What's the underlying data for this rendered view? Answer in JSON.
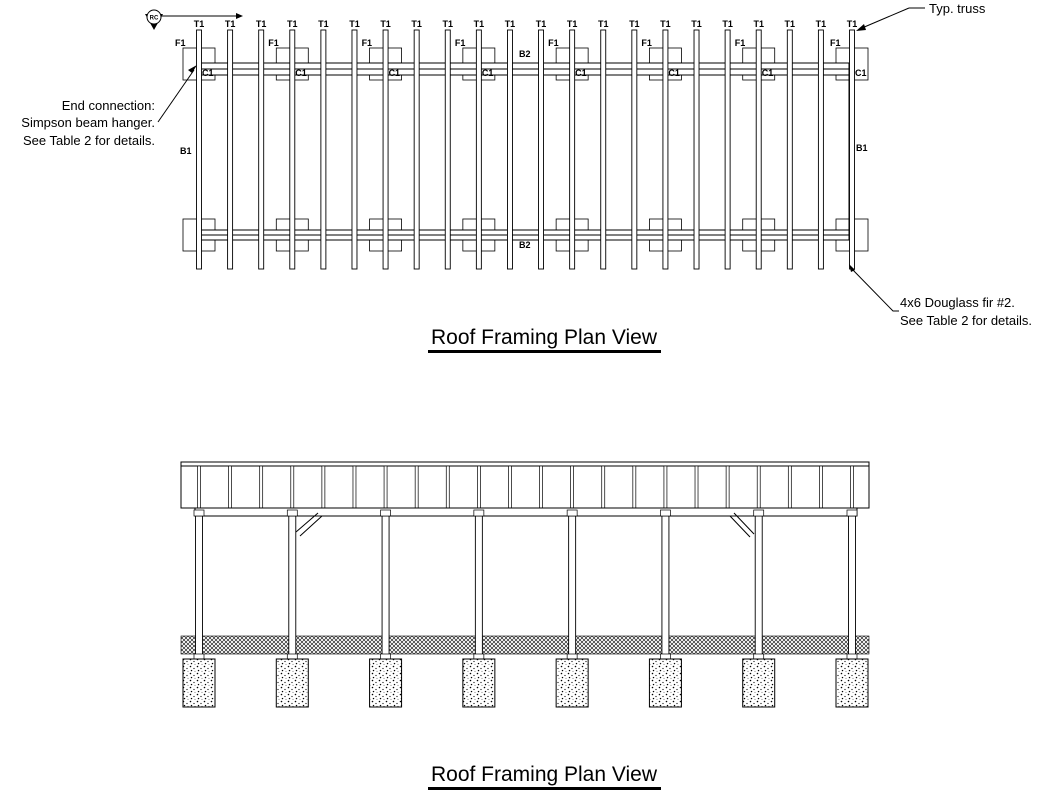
{
  "plan": {
    "marker": "RC",
    "truss_label": "T1",
    "truss_count": 22,
    "footing_label": "F1",
    "post_label": "C1",
    "support_count": 8,
    "beam_top_label": "B2",
    "beam_bottom_label": "B2",
    "beam_side_label": "B1",
    "callout_truss": "Typ. truss",
    "callout_end": [
      "End connection:",
      "Simpson beam hanger.",
      "See Table 2 for details."
    ],
    "callout_post": [
      "4x6 Douglass fir #2.",
      "See Table 2 for details."
    ],
    "title": "Roof Framing Plan View"
  },
  "elevation": {
    "title": "Roof Framing Plan View"
  }
}
